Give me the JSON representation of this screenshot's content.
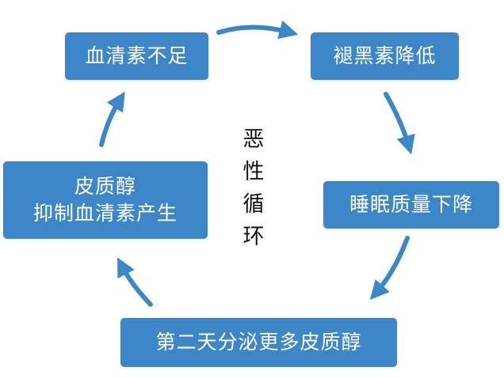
{
  "diagram": {
    "nodes": {
      "serotonin_low": [
        "血清素不足"
      ],
      "melatonin_low": [
        "褪黑素降低"
      ],
      "sleep_quality_down": [
        "睡眠质量下降"
      ],
      "more_cortisol": [
        "第二天分泌更多皮质醇"
      ],
      "cortisol_inhibits": [
        "皮质醇",
        "抑制血清素产生"
      ]
    },
    "center_label": [
      "恶",
      "性",
      "循",
      "环"
    ],
    "colors": {
      "node_fill": "#3d87c8",
      "node_text": "#ffffff",
      "arrow": "#3d87c8",
      "center_text": "#111111"
    },
    "edges": [
      {
        "from": "serotonin_low",
        "to": "melatonin_low"
      },
      {
        "from": "melatonin_low",
        "to": "sleep_quality_down"
      },
      {
        "from": "sleep_quality_down",
        "to": "more_cortisol"
      },
      {
        "from": "more_cortisol",
        "to": "cortisol_inhibits"
      },
      {
        "from": "cortisol_inhibits",
        "to": "serotonin_low"
      }
    ]
  }
}
